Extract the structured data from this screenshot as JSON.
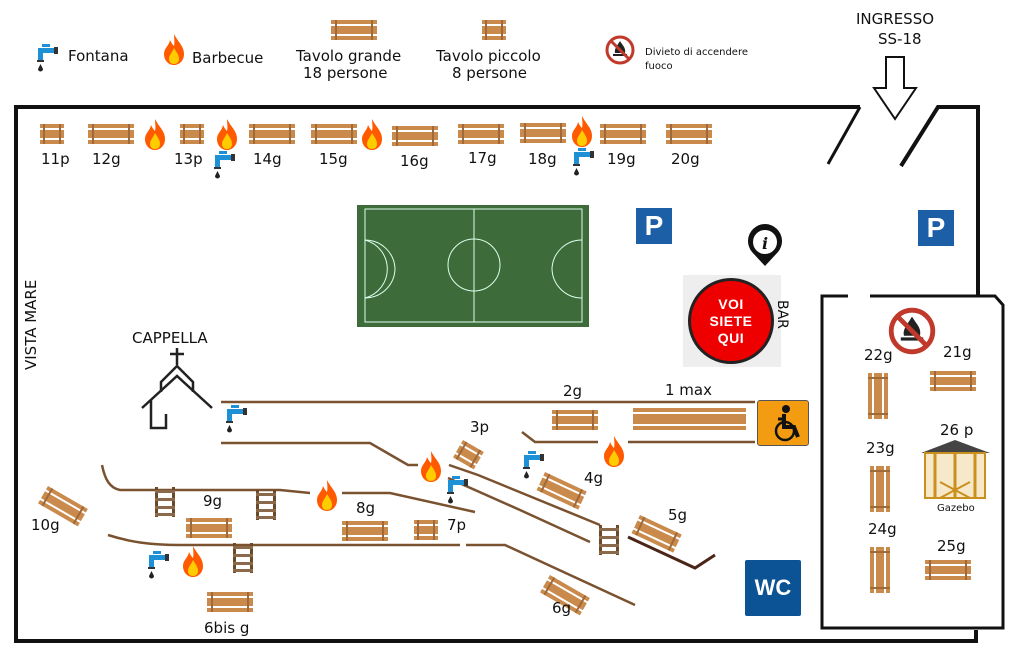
{
  "legend": {
    "fountain": "Fontana",
    "barbecue": "Barbecue",
    "big_table_line1": "Tavolo grande",
    "big_table_line2": "18 persone",
    "small_table_line1": "Tavolo piccolo",
    "small_table_line2": "8 persone",
    "no_fire_line1": "Divieto di accendere",
    "no_fire_line2": "fuoco"
  },
  "entrance": {
    "line1": "INGRESSO",
    "line2": "SS-18"
  },
  "places": {
    "chapel": "CAPPELLA",
    "sea_view": "VISTA MARE",
    "bar": "BAR",
    "you_are_here": [
      "VOI",
      "SIETE",
      "QUI"
    ],
    "wc": "WC",
    "parking": "P",
    "gazebo": "Gazebo",
    "info": "i"
  },
  "tables": {
    "t11": "11p",
    "t12": "12g",
    "t13": "13p",
    "t14": "14g",
    "t15": "15g",
    "t16": "16g",
    "t17": "17g",
    "t18": "18g",
    "t19": "19g",
    "t20": "20g",
    "t1": "1 max",
    "t2": "2g",
    "t3": "3p",
    "t4": "4g",
    "t5": "5g",
    "t6": "6g",
    "t6bis": "6bis g",
    "t7": "7p",
    "t8": "8g",
    "t9": "9g",
    "t10": "10g",
    "t21": "21g",
    "t22": "22g",
    "t23": "23g",
    "t24": "24g",
    "t25": "25g",
    "t26": "26 p"
  },
  "colors": {
    "wood": "#c98a4b",
    "path": "#7a5230",
    "fountain": "#1e90d6",
    "fire": "#ff6a00",
    "parking": "#1d5fa6",
    "wc": "#0b5394",
    "accessible": "#f39c12",
    "no_fire_ring": "#c0392b"
  }
}
